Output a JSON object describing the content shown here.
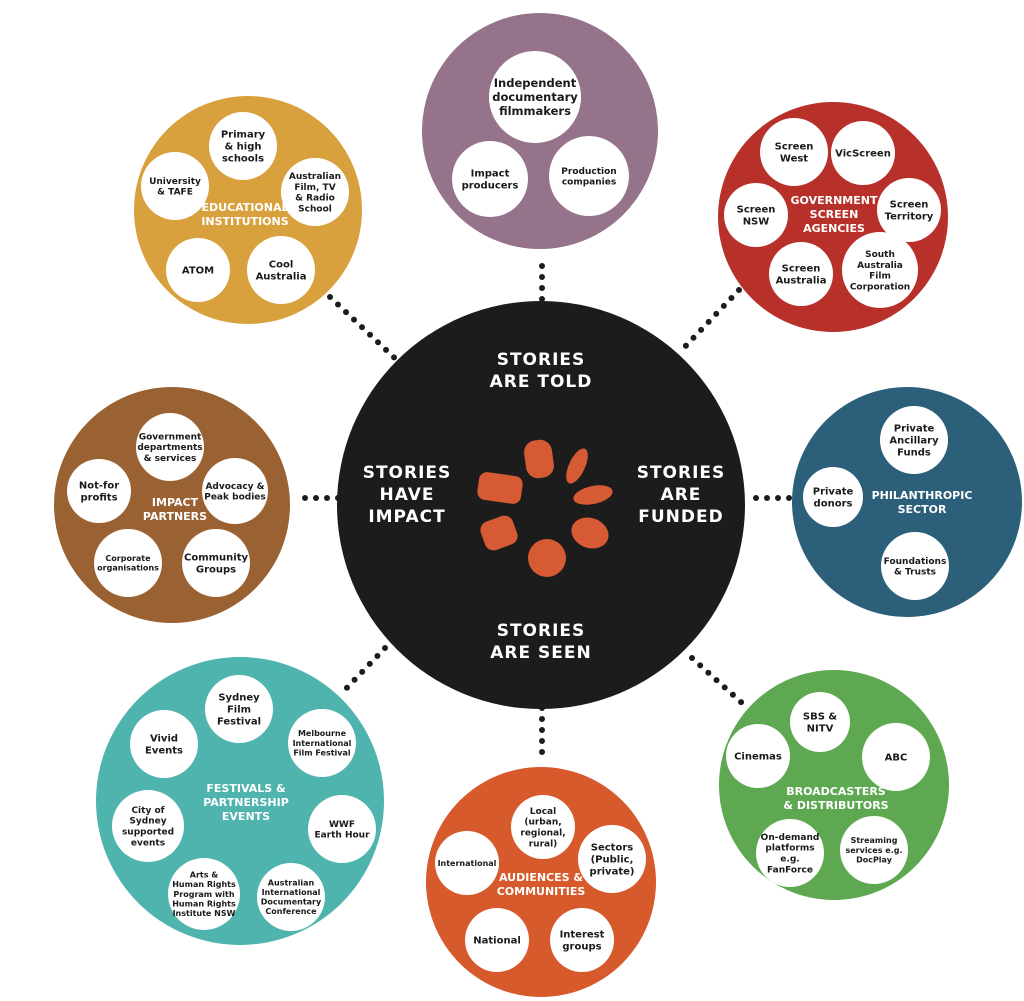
{
  "colors": {
    "hub": "#1c1c1c",
    "accent": "#d65a33",
    "connector": "#1c1c1c"
  },
  "hub": {
    "top": [
      "STORIES",
      "ARE TOLD"
    ],
    "left": [
      "STORIES",
      "HAVE",
      "IMPACT"
    ],
    "right": [
      "STORIES",
      "ARE",
      "FUNDED"
    ],
    "bottom": [
      "STORIES",
      "ARE SEEN"
    ]
  },
  "groups": [
    {
      "id": "filmmakers",
      "color": "#94738b",
      "label": [],
      "nodes": [
        [
          "Independent",
          "documentary",
          "filmmakers"
        ],
        [
          "Impact",
          "producers"
        ],
        [
          "Production",
          "companies"
        ]
      ]
    },
    {
      "id": "government",
      "color": "#b7312a",
      "label": [
        "GOVERNMENT",
        "SCREEN",
        "AGENCIES"
      ],
      "nodes": [
        [
          "Screen",
          "West"
        ],
        [
          "VicScreen"
        ],
        [
          "Screen",
          "NSW"
        ],
        [
          "Screen",
          "Territory"
        ],
        [
          "Screen",
          "Australia"
        ],
        [
          "South",
          "Australia",
          "Film",
          "Corporation"
        ]
      ]
    },
    {
      "id": "philanthropic",
      "color": "#2b5f7a",
      "label": [
        "PHILANTHROPIC",
        "SECTOR"
      ],
      "nodes": [
        [
          "Private",
          "Ancillary",
          "Funds"
        ],
        [
          "Private",
          "donors"
        ],
        [
          "Foundations",
          "& Trusts"
        ]
      ]
    },
    {
      "id": "broadcasters",
      "color": "#5ea852",
      "label": [
        "BROADCASTERS",
        "& DISTRIBUTORS"
      ],
      "nodes": [
        [
          "SBS &",
          "NITV"
        ],
        [
          "Cinemas"
        ],
        [
          "ABC"
        ],
        [
          "On-demand",
          "platforms",
          "e.g.",
          "FanForce"
        ],
        [
          "Streaming",
          "services e.g.",
          "DocPlay"
        ]
      ]
    },
    {
      "id": "audiences",
      "color": "#d65a2b",
      "label": [
        "AUDIENCES &",
        "COMMUNITIES"
      ],
      "nodes": [
        [
          "Local",
          "(urban,",
          "regional,",
          "rural)"
        ],
        [
          "International"
        ],
        [
          "Sectors",
          "(Public,",
          "private)"
        ],
        [
          "National"
        ],
        [
          "Interest",
          "groups"
        ]
      ]
    },
    {
      "id": "festivals",
      "color": "#4fb3ae",
      "label": [
        "FESTIVALS &",
        "PARTNERSHIP",
        "EVENTS"
      ],
      "nodes": [
        [
          "Sydney",
          "Film",
          "Festival"
        ],
        [
          "Vivid",
          "Events"
        ],
        [
          "Melbourne",
          "International",
          "Film Festival"
        ],
        [
          "City of",
          "Sydney",
          "supported",
          "events"
        ],
        [
          "WWF",
          "Earth Hour"
        ],
        [
          "Arts &",
          "Human Rights",
          "Program with",
          "Human Rights",
          "Institute NSW"
        ],
        [
          "Australian",
          "International",
          "Documentary",
          "Conference"
        ]
      ]
    },
    {
      "id": "impact",
      "color": "#9a6233",
      "label": [
        "IMPACT",
        "PARTNERS"
      ],
      "nodes": [
        [
          "Government",
          "departments",
          "& services"
        ],
        [
          "Not-for",
          "profits"
        ],
        [
          "Advocacy &",
          "Peak bodies"
        ],
        [
          "Corporate",
          "organisations"
        ],
        [
          "Community",
          "Groups"
        ]
      ]
    },
    {
      "id": "education",
      "color": "#d8a13d",
      "label": [
        "EDUCATIONAL",
        "INSTITUTIONS"
      ],
      "nodes": [
        [
          "Primary",
          "& high",
          "schools"
        ],
        [
          "University",
          "& TAFE"
        ],
        [
          "Australian",
          "Film, TV",
          "& Radio",
          "School"
        ],
        [
          "ATOM"
        ],
        [
          "Cool",
          "Australia"
        ]
      ]
    }
  ]
}
